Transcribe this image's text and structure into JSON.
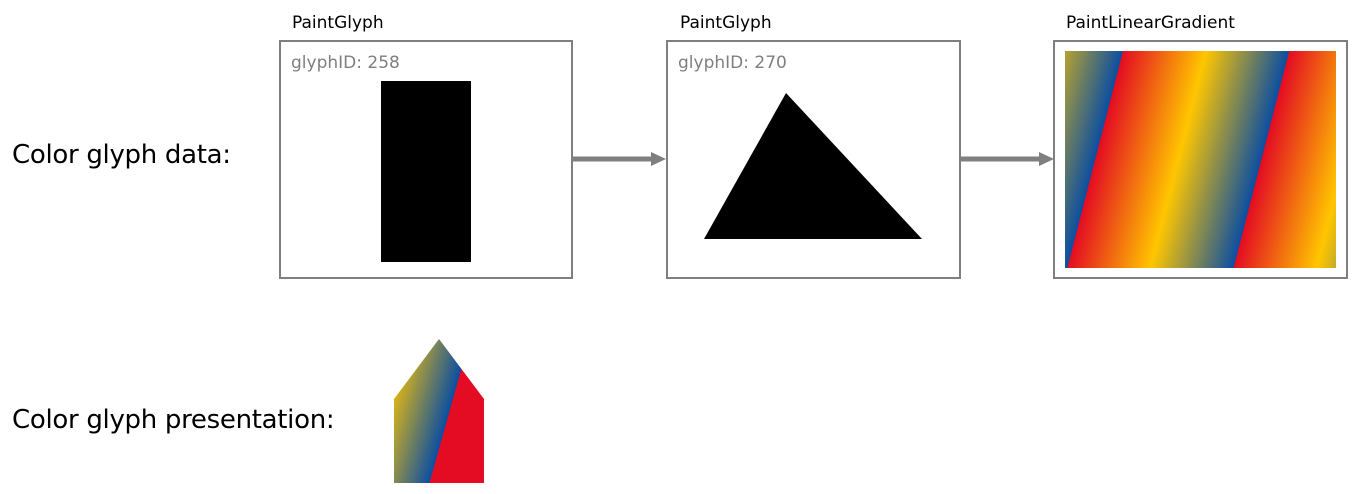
{
  "row_labels": {
    "data": "Color glyph data:",
    "presentation": "Color glyph presentation:"
  },
  "nodes": [
    {
      "title": "PaintGlyph",
      "glyph_id_label": "glyphID: 258",
      "shape": "rectangle"
    },
    {
      "title": "PaintGlyph",
      "glyph_id_label": "glyphID: 270",
      "shape": "triangle"
    },
    {
      "title": "PaintLinearGradient",
      "shape": "linear-gradient"
    }
  ],
  "colors": {
    "border": "#7f7f7f",
    "arrow": "#7f7f7f",
    "glyph_fill": "#000000",
    "gradient_stops": [
      "#e30c22",
      "#ffc600",
      "#0b4ea2"
    ]
  }
}
